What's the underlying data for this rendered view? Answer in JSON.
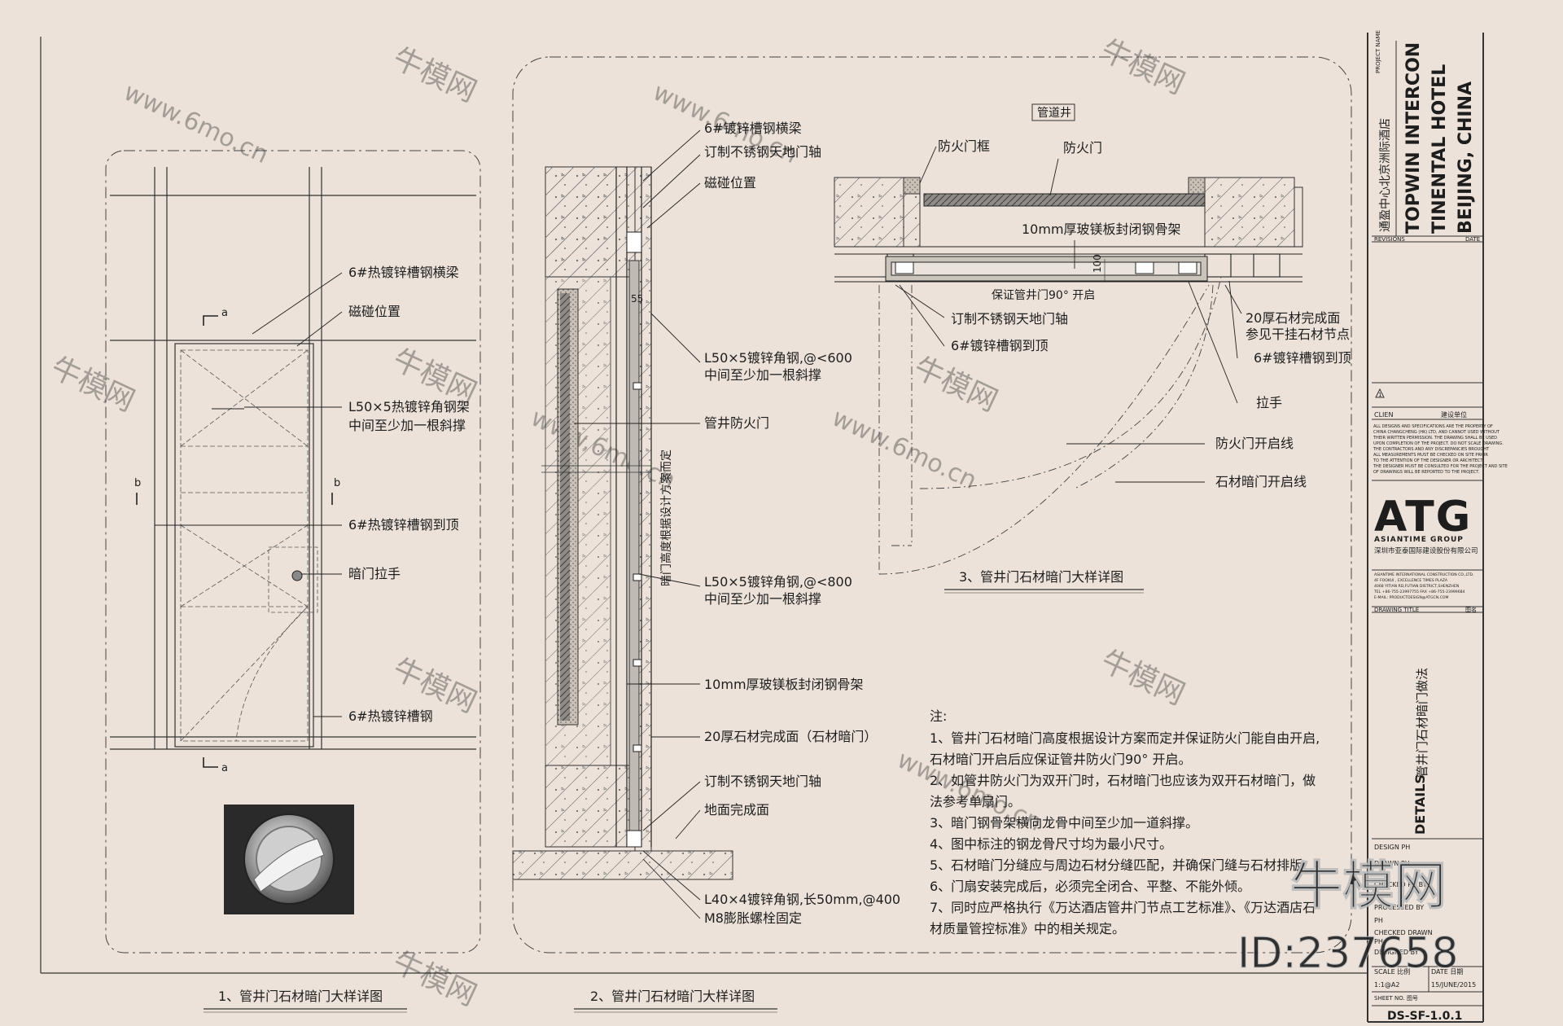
{
  "detail1": {
    "title": "1、管井门石材暗门大样详图",
    "labels": [
      "6#热镀锌槽钢横梁",
      "磁碰位置",
      "L50×5热镀锌角钢架",
      "中间至少加一根斜撑",
      "6#热镀锌槽钢到顶",
      "暗门拉手",
      "6#热镀锌槽钢"
    ],
    "section_marks": [
      "a",
      "a",
      "b",
      "b"
    ]
  },
  "detail2": {
    "title": "2、管井门石材暗门大样详图",
    "labels": [
      "6#镀锌槽钢横梁",
      "订制不锈钢天地门轴",
      "磁碰位置",
      "L50×5镀锌角钢,@<600",
      "中间至少加一根斜撑",
      "管井防火门",
      "L50×5镀锌角钢,@<800",
      "中间至少加一根斜撑",
      "10mm厚玻镁板封闭钢骨架",
      "20厚石材完成面（石材暗门）",
      "订制不锈钢天地门轴",
      "地面完成面",
      "L40×4镀锌角钢,长50mm,@400",
      "M8膨胀螺栓固定"
    ],
    "vertical_note": "暗门高度根据设计方案而定",
    "dim_55": "55"
  },
  "detail3": {
    "title": "3、管井门石材暗门大样详图",
    "labels": [
      "管道井",
      "防火门框",
      "防火门",
      "10mm厚玻镁板封闭钢骨架",
      "保证管井门90° 开启",
      "订制不锈钢天地门轴",
      "6#镀锌槽钢到顶",
      "20厚石材完成面",
      "参见干挂石材节点",
      "6#镀锌槽钢到顶",
      "拉手",
      "防火门开启线",
      "石材暗门开启线"
    ],
    "dim_100": "100"
  },
  "notes": {
    "heading": "注:",
    "lines": [
      "1、管井门石材暗门高度根据设计方案而定并保证防火门能自由开启,",
      "石材暗门开启后应保证管井防火门90° 开启。",
      "2、如管井防火门为双开门时，石材暗门也应该为双开石材暗门，做",
      "法参考单扇门。",
      "3、暗门钢骨架横向龙骨中间至少加一道斜撑。",
      "4、图中标注的钢龙骨尺寸均为最小尺寸。",
      "5、石材暗门分缝应与周边石材分缝匹配，并确保门缝与石材排版",
      "6、门扇安装完成后，必须完全闭合、平整、不能外倾。",
      "7、同时应严格执行《万达酒店管井门节点工艺标准》、《万达酒店石",
      "材质量管控标准》中的相关规定。"
    ]
  },
  "titleblock": {
    "project_name_label": "PROJECT NAME",
    "project_cn": "通盈中心北京洲际酒店",
    "project_en_lines": [
      "TOPWIN INTERCON",
      "TINENTAL HOTEL",
      "BEIJING, CHINA"
    ],
    "revisions_label": "REVISIONS",
    "date_label": "DATE",
    "revision_mark": "1",
    "client_label": "CLIEN",
    "client_cn": "建设单位",
    "disclaimer_lines": [
      "ALL DESIGNS AND SPECIFICATIONS ARE THE PROPERTY OF",
      "CHINA CHANGCHENG (HK) LTD, AND CANNOT USED WITHOUT",
      "THEIR WRITTEN PERMISSION. THE DRAWING SHALL BE USED",
      "UPON COMPLETION OF THE PROJECT. DO NOT SCALE DRAWING.",
      "THE CONTRACTORS AND ANY DISCREPANCIES BROUGHT",
      "ALL MEASUREMENTS MUST BE CHECKED ON SITE PRIOR",
      "TO THE ATTENTION OF THE DESIGNER OR ARCHITECT.",
      "THE DESIGNER MUST BE CONSULTED FOR THE PROJECT AND SITE",
      "OF DRAWINGS WILL BE REPORTED TO THE PROJECT."
    ],
    "logo": "ATG",
    "logo_sub": "ASIANTIME GROUP",
    "company_cn": "深圳市亚泰国际建设股份有限公司",
    "company_lines": [
      "ASIANTIME INTERNATIONAL CONSTRUCTION CO.,LTD.",
      "4F FOOKUI , EXCELLENCE TIMES PLAZA",
      "4068 YITIAN RD,FUTIAN DISTRICT,SHENZHEN",
      "TEL +86-755-23997755  FAX +86-755-23999684",
      "E-MAIL: PRODUCTDESIGN@ATGCN.COM"
    ],
    "drawing_title_label": "DRAWING TITLE",
    "drawing_title_cn_label": "图名",
    "drawing_title_en": "DETAILS",
    "drawing_title_cn": "管井门石材暗门做法",
    "design_label": "DESIGN PH",
    "row_labels": [
      "DRAWN PH",
      "CHECKED PH BY",
      "PROCESSED BY",
      "PH",
      "CHECKED DRAWN",
      "PH",
      "DESIGNED BY"
    ],
    "scale_label": "SCALE 比例",
    "date_label2": "DATE 日期",
    "scale": "1:1@A2",
    "date": "15/JUNE/2015",
    "sheet_label": "SHEET NO. 图号",
    "sheet_no": "DS-SF-1.0.1"
  },
  "watermarks": {
    "brand": "牛模网",
    "url": "www.6mo.cn",
    "id": "ID:237658"
  }
}
